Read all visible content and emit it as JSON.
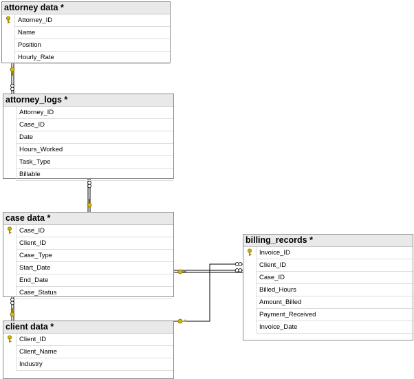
{
  "colors": {
    "key": "#d6b800",
    "key_dark": "#7a6a00",
    "line": "#000000",
    "title_bg": "#e9e9e9"
  },
  "tables": {
    "attorney_data": {
      "title": "attorney data *",
      "columns": [
        {
          "name": "Attorney_ID",
          "key": true
        },
        {
          "name": "Name",
          "key": false
        },
        {
          "name": "Position",
          "key": false
        },
        {
          "name": "Hourly_Rate",
          "key": false
        }
      ]
    },
    "attorney_logs": {
      "title": "attorney_logs *",
      "columns": [
        {
          "name": "Attorney_ID",
          "key": false
        },
        {
          "name": "Case_ID",
          "key": false
        },
        {
          "name": "Date",
          "key": false
        },
        {
          "name": "Hours_Worked",
          "key": false
        },
        {
          "name": "Task_Type",
          "key": false
        },
        {
          "name": "Billable",
          "key": false
        }
      ]
    },
    "case_data": {
      "title": "case data *",
      "columns": [
        {
          "name": "Case_ID",
          "key": true
        },
        {
          "name": "Client_ID",
          "key": false
        },
        {
          "name": "Case_Type",
          "key": false
        },
        {
          "name": "Start_Date",
          "key": false
        },
        {
          "name": "End_Date",
          "key": false
        },
        {
          "name": "Case_Status",
          "key": false
        }
      ]
    },
    "client_data": {
      "title": "client data *",
      "columns": [
        {
          "name": "Client_ID",
          "key": true
        },
        {
          "name": "Client_Name",
          "key": false
        },
        {
          "name": "Industry",
          "key": false
        }
      ]
    },
    "billing_records": {
      "title": "billing_records *",
      "columns": [
        {
          "name": "Invoice_ID",
          "key": true
        },
        {
          "name": "Client_ID",
          "key": false
        },
        {
          "name": "Case_ID",
          "key": false
        },
        {
          "name": "Billed_Hours",
          "key": false
        },
        {
          "name": "Amount_Billed",
          "key": false
        },
        {
          "name": "Payment_Received",
          "key": false
        },
        {
          "name": "Invoice_Date",
          "key": false
        }
      ]
    }
  }
}
